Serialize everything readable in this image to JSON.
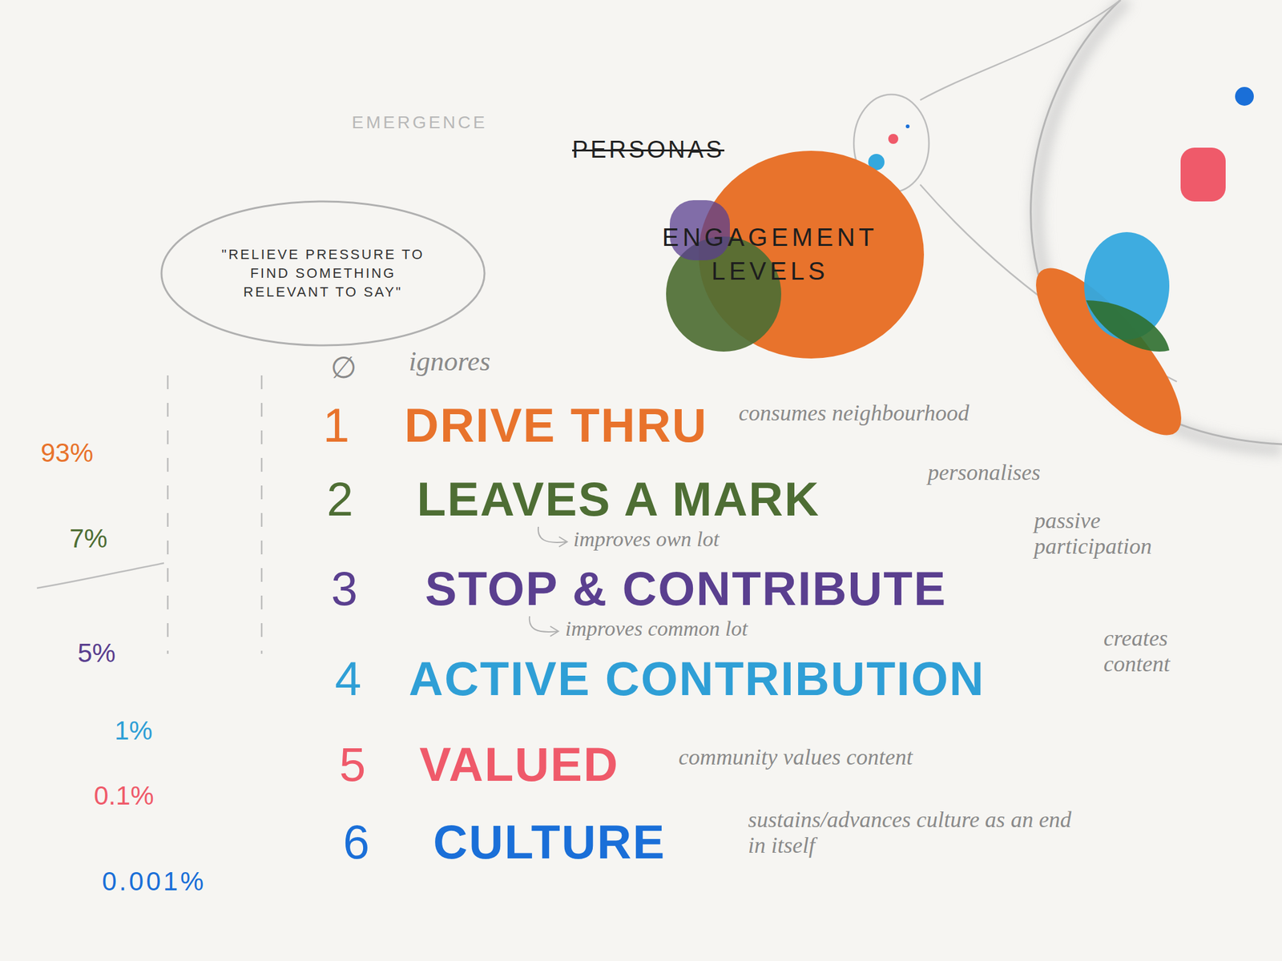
{
  "diagram": {
    "nodes": [
      {
        "text": [
          "ENGAGEMENT LEVELS"
        ]
      },
      {
        "text": [
          "\"RELIEVE PRESSURE TO FIND SOMETHING RELEVANT TO SAY\""
        ]
      }
    ],
    "labels": [
      "EMERGENCE",
      "PERSONAS",
      "∅",
      "ignores",
      "93%",
      "7%",
      "5%",
      "1%",
      "0.1%",
      "0.001%",
      "1",
      "DRIVE THRU",
      "consumes neighbourhood",
      "2",
      "LEAVES A MARK",
      "personalises",
      "improves own lot",
      "3",
      "STOP & CONTRIBUTE",
      "passive participation",
      "improves common lot",
      "4",
      "ACTIVE CONTRIBUTION",
      "creates content",
      "5",
      "VALUED",
      "community values content",
      "6",
      "CULTURE",
      "sustains/advances culture as an end in itself"
    ]
  }
}
